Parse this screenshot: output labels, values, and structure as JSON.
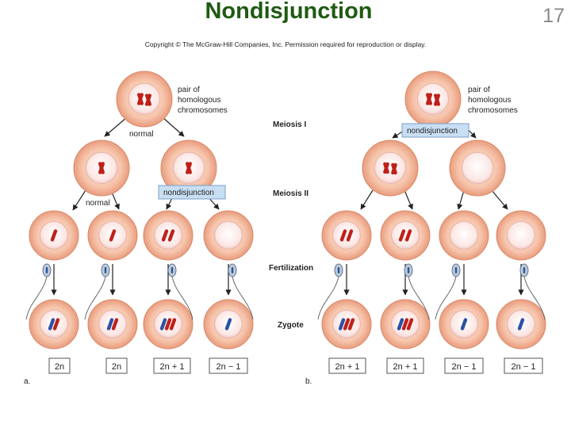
{
  "slide": {
    "title": "Nondisjunction",
    "number": "17"
  },
  "copyright": "Copyright © The McGraw-Hill Companies, Inc. Permission required for reproduction or display.",
  "stages": {
    "meiosis1": "Meiosis I",
    "meiosis2": "Meiosis II",
    "fertilization": "Fertilization",
    "zygote": "Zygote"
  },
  "panel_a": {
    "letter": "a.",
    "parent_label": [
      "pair of",
      "homologous",
      "chromosomes"
    ],
    "normal_label_1": "normal",
    "normal_label_2": "normal",
    "nondisjunction_label": "nondisjunction",
    "counts": [
      "2n",
      "2n",
      "2n + 1",
      "2n − 1"
    ]
  },
  "panel_b": {
    "letter": "b.",
    "parent_label": [
      "pair of",
      "homologous",
      "chromosomes"
    ],
    "nondisjunction_label": "nondisjunction",
    "counts": [
      "2n + 1",
      "2n + 1",
      "2n − 1",
      "2n − 1"
    ]
  },
  "colors": {
    "title": "#1f5a12",
    "cell": "#f6c1a6",
    "chromosome_red": "#c0201a",
    "chromosome_blue": "#2b52a6",
    "callout": "#c8def3"
  }
}
